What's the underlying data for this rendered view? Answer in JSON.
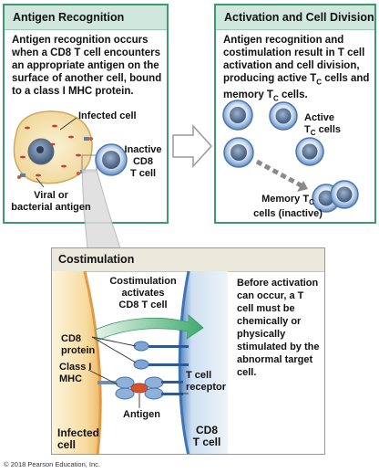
{
  "antigen_recognition": {
    "title": "Antigen Recognition",
    "body": "Antigen recognition occurs when a CD8 T cell encounters an appropriate antigen on the surface of another cell, bound to a class I MHC protein.",
    "labels": {
      "infected_cell": "Infected cell",
      "inactive_line1": "Inactive",
      "inactive_line2": "CD8",
      "inactive_line3": "T cell",
      "viral_line1": "Viral or",
      "viral_line2": "bacterial antigen"
    }
  },
  "activation": {
    "title": "Activation and Cell Division",
    "body": "Antigen recognition and costimulation result in T cell activation and cell division, producing active T",
    "body_sub1": "C",
    "body_mid": " cells and memory T",
    "body_sub2": "C",
    "body_end": " cells.",
    "labels": {
      "active": "Active",
      "active_tc": "T",
      "active_sub": "C",
      "active_end": " cells",
      "memory": "Memory T",
      "memory_sub": "C",
      "memory_line2": "cells (inactive)"
    }
  },
  "costimulation": {
    "title": "Costimulation",
    "arrow_line1": "Costimulation",
    "arrow_line2": "activates",
    "arrow_line3": "CD8 T cell",
    "cd8_line1": "CD8",
    "cd8_line2": "protein",
    "mhc_line1": "Class I",
    "mhc_line2": "MHC",
    "tcr_line1": "T cell",
    "tcr_line2": "receptor",
    "antigen": "Antigen",
    "infected_line1": "Infected",
    "infected_line2": "cell",
    "cd8cell_line1": "CD8",
    "cd8cell_line2": "T cell"
  },
  "side_note": "Before activation can occur, a T cell must be chemically or physically stimulated by the abnormal target cell.",
  "copyright": "© 2018 Pearson Education, Inc.",
  "colors": {
    "panel_border": "#3f9a72",
    "panel_header": "#cfe7dd",
    "infected_cell": "#f3e2b0",
    "tcell_blue": "#3f74b4",
    "antigen_red": "#d7532e"
  }
}
